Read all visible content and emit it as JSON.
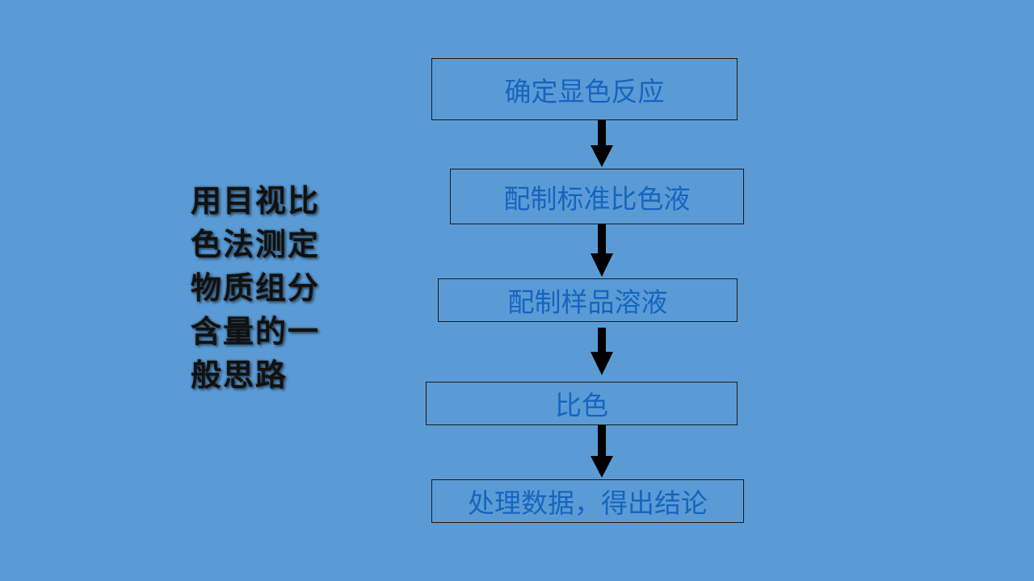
{
  "title_lines": [
    "用目视比",
    "色法测定",
    "物质组分",
    "含量的一",
    "般思路"
  ],
  "steps": [
    {
      "label": "确定显色反应"
    },
    {
      "label": "配制标准比色液"
    },
    {
      "label": "配制样品溶液"
    },
    {
      "label": "比色"
    },
    {
      "label": "处理数据，得出结论"
    }
  ],
  "colors": {
    "background": "#5b9bd5",
    "step_text": "#1565c0",
    "arrow": "#000000"
  }
}
